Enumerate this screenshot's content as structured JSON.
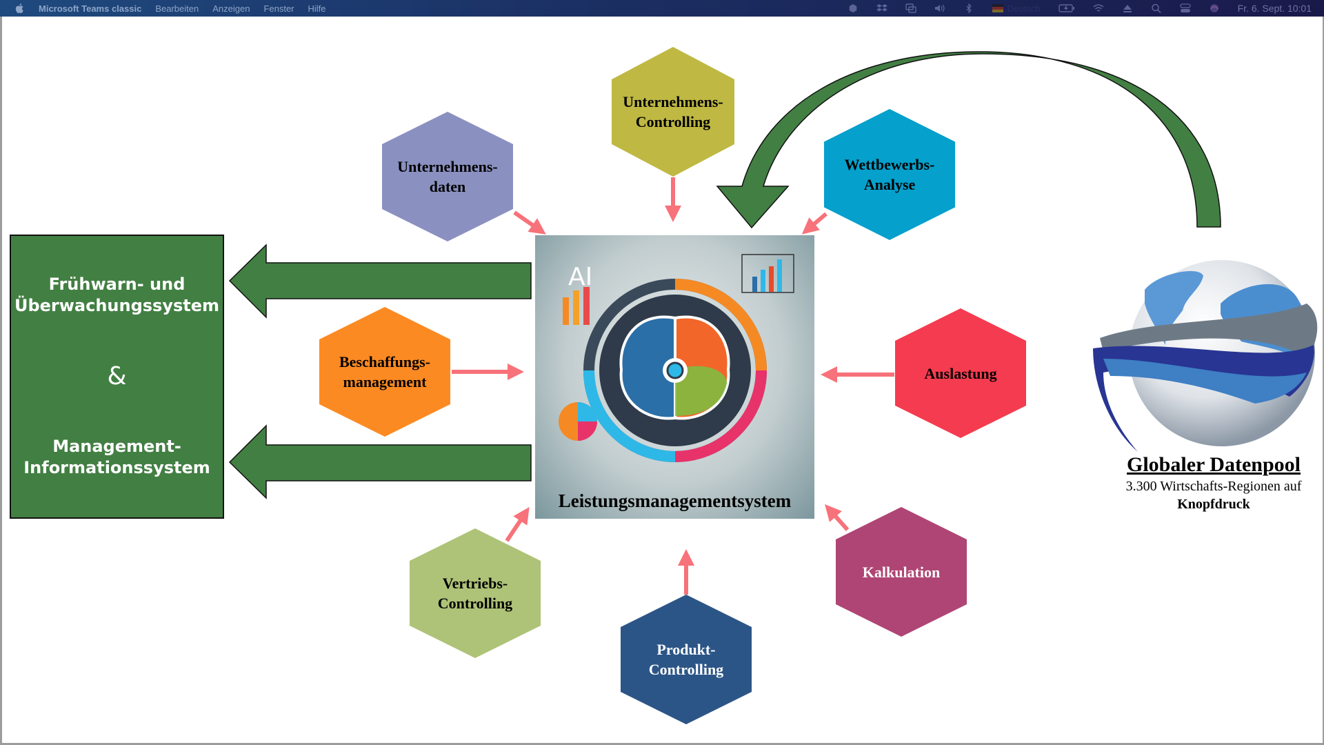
{
  "menubar": {
    "app_name": "Microsoft Teams classic",
    "menus": [
      "Bearbeiten",
      "Anzeigen",
      "Fenster",
      "Hilfe"
    ],
    "status_icons": [
      "deepl-icon",
      "dropbox-icon",
      "screen-mirroring-icon",
      "volume-icon",
      "bluetooth-icon",
      "flag-germany-icon",
      "battery-charging-icon",
      "wifi-icon",
      "eject-icon",
      "search-icon",
      "control-center-icon",
      "siri-icon"
    ],
    "input_language": "Deutsch",
    "datetime": "Fr. 6. Sept.  10:01"
  },
  "diagram": {
    "left_box": {
      "line1": "Frühwarn- und",
      "line2": "Überwachungssystem",
      "ampersand": "&",
      "line3": "Management-",
      "line4": "Informationssystem",
      "color": "#427F43"
    },
    "center": {
      "label": "Leistungsmanagementsystem",
      "ai_badge": "AI"
    },
    "hexagons": [
      {
        "id": "unternehmensdaten",
        "line1": "Unternehmens-",
        "line2": "daten",
        "color": "#8A91C0",
        "text_color": "#000000"
      },
      {
        "id": "unternehmens-controlling",
        "line1": "Unternehmens-",
        "line2": "Controlling",
        "color": "#BFB843",
        "text_color": "#000000"
      },
      {
        "id": "wettbewerbs-analyse",
        "line1": "Wettbewerbs-",
        "line2": "Analyse",
        "color": "#05A0CC",
        "text_color": "#000000"
      },
      {
        "id": "beschaffungsmanagement",
        "line1": "Beschaffungs-",
        "line2": "management",
        "color": "#FC8A22",
        "text_color": "#000000"
      },
      {
        "id": "auslastung",
        "line1": "Auslastung",
        "line2": "",
        "color": "#F53B4F",
        "text_color": "#000000"
      },
      {
        "id": "vertriebs-controlling",
        "line1": "Vertriebs-",
        "line2": "Controlling",
        "color": "#AEC377",
        "text_color": "#000000"
      },
      {
        "id": "produkt-controlling",
        "line1": "Produkt-",
        "line2": "Controlling",
        "color": "#2C5587",
        "text_color": "#ffffff"
      },
      {
        "id": "kalkulation",
        "line1": "Kalkulation",
        "line2": "",
        "color": "#AF4574",
        "text_color": "#ffffff"
      }
    ],
    "connector_color": "#F7727A",
    "arrow_color": "#427F43",
    "global_pool": {
      "title": "Globaler Datenpool",
      "subtitle": "3.300 Wirtschafts-Regionen auf",
      "subtitle2": "Knopfdruck"
    }
  }
}
